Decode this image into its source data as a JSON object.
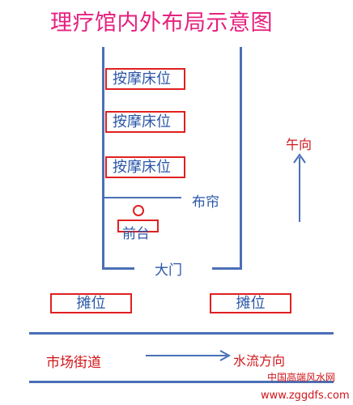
{
  "title": "理疗馆内外布局示意图",
  "beds": [
    "按摩床位",
    "按摩床位",
    "按摩床位"
  ],
  "curtain_label": "布帘",
  "front_desk_label": "前台",
  "door_label": "大门",
  "orientation_label": "午向",
  "stalls": [
    "摊位",
    "摊位"
  ],
  "street_label": "市场街道",
  "water_flow_label": "水流方向",
  "watermark": {
    "site_name": "中国高端风水网",
    "url": "www.zggdfs.com"
  },
  "colors": {
    "title": "#e6207e",
    "wall": "#4a6fb6",
    "box_border": "#e02020",
    "text_blue": "#2a56a8",
    "text_red": "#d0161b"
  }
}
